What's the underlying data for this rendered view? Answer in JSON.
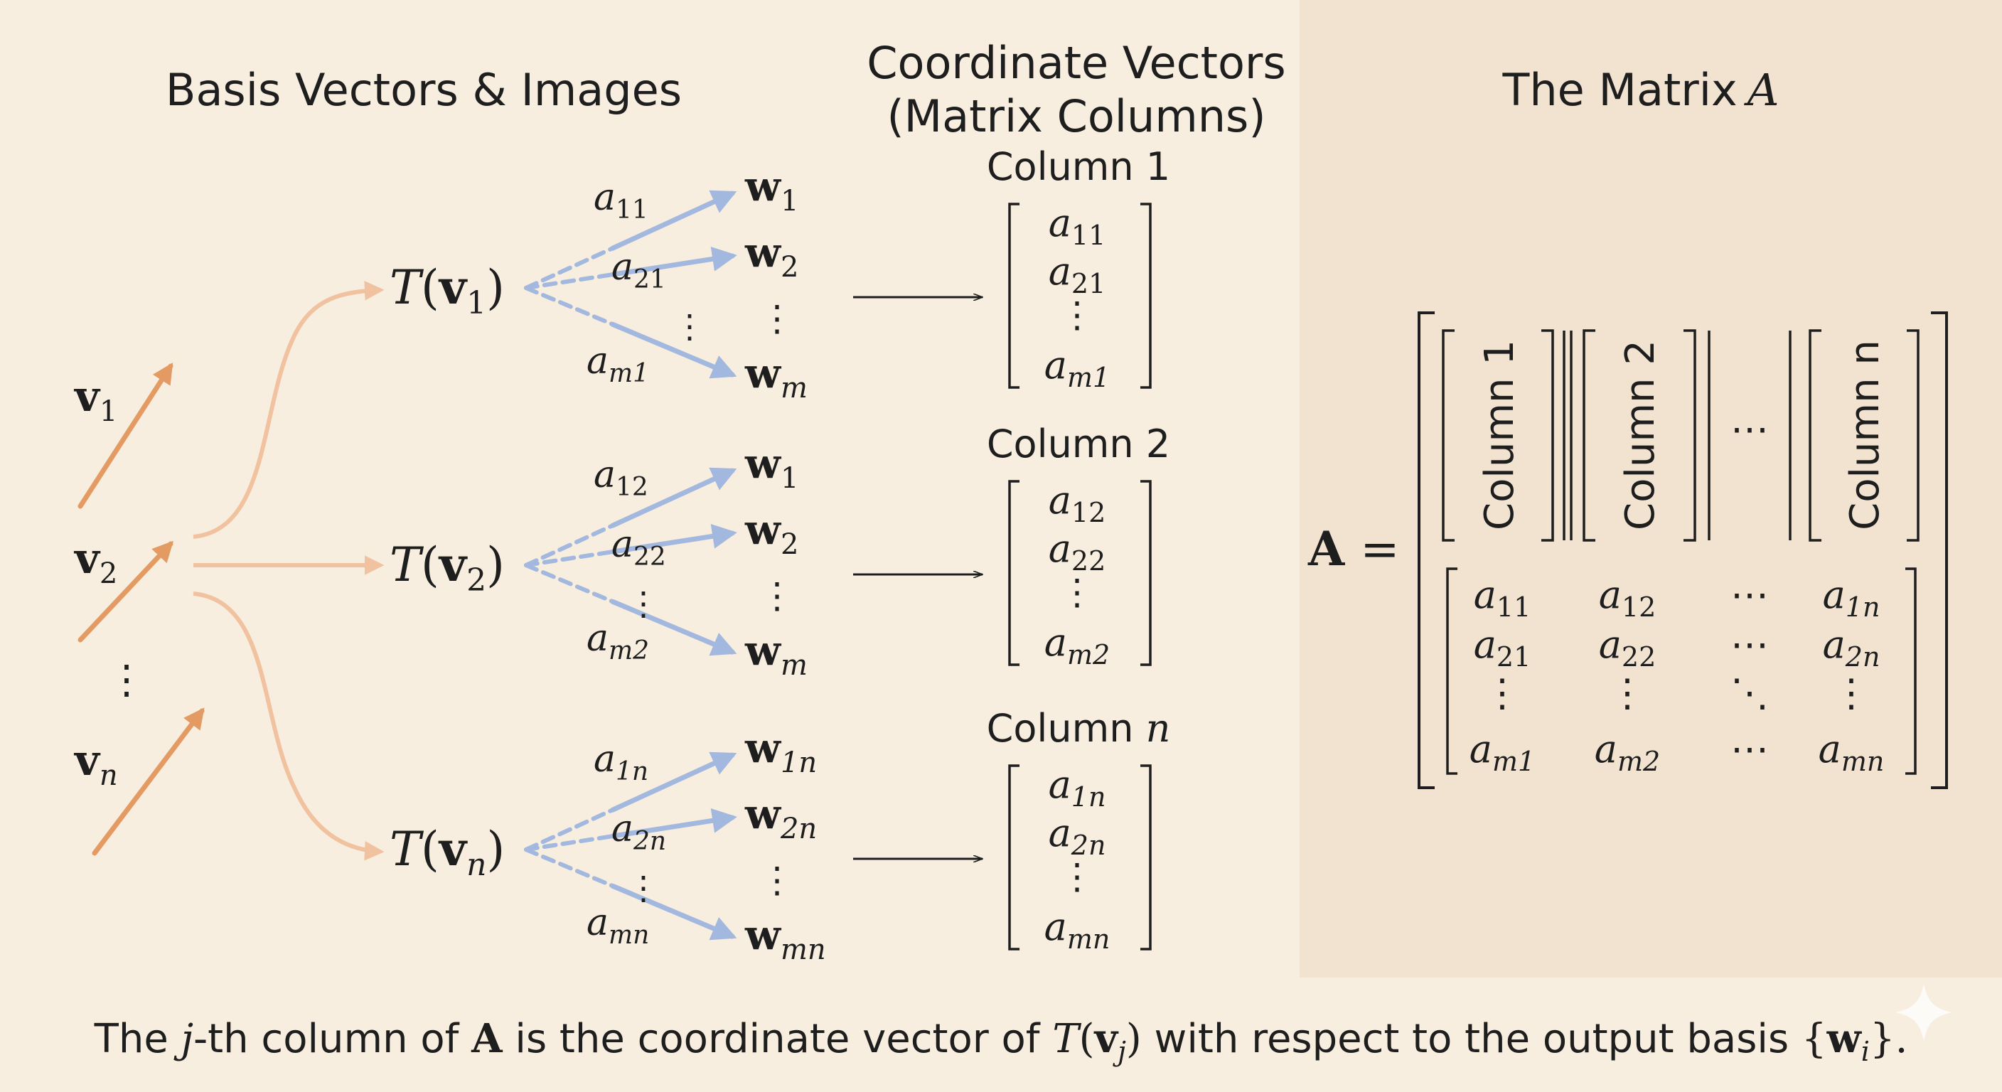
{
  "headings": {
    "basis": "Basis Vectors & Images",
    "coord_line1": "Coordinate Vectors",
    "coord_line2": "(Matrix Columns)",
    "matrix_word": "The Matrix",
    "matrix_sym": "A"
  },
  "inputs": {
    "v1_base": "v",
    "v1_sub": "1",
    "v2_base": "v",
    "v2_sub": "2",
    "vn_base": "v",
    "vn_sub": "n",
    "dots": "⋮"
  },
  "images": [
    {
      "T": "T",
      "v": "v",
      "sub": "1",
      "coef_top": "a",
      "coef_top_sub": "11",
      "coef_mid": "a",
      "coef_mid_sub": "21",
      "coef_bot": "a",
      "coef_bot_sub": "m1",
      "w_top": "w",
      "w_top_sub": "1",
      "w_mid": "w",
      "w_mid_sub": "2",
      "w_bot": "w",
      "w_bot_sub": "m",
      "col_label": "Column",
      "col_index": "1",
      "entries": [
        [
          "a",
          "11"
        ],
        [
          "a",
          "21"
        ],
        [
          "a",
          "m1"
        ]
      ]
    },
    {
      "T": "T",
      "v": "v",
      "sub": "2",
      "coef_top": "a",
      "coef_top_sub": "12",
      "coef_mid": "a",
      "coef_mid_sub": "22",
      "coef_bot": "a",
      "coef_bot_sub": "m2",
      "w_top": "w",
      "w_top_sub": "1",
      "w_mid": "w",
      "w_mid_sub": "2",
      "w_bot": "w",
      "w_bot_sub": "m",
      "col_label": "Column",
      "col_index": "2",
      "entries": [
        [
          "a",
          "12"
        ],
        [
          "a",
          "22"
        ],
        [
          "a",
          "m2"
        ]
      ]
    },
    {
      "T": "T",
      "v": "v",
      "sub": "n",
      "coef_top": "a",
      "coef_top_sub": "1n",
      "coef_mid": "a",
      "coef_mid_sub": "2n",
      "coef_bot": "a",
      "coef_bot_sub": "mn",
      "w_top": "w",
      "w_top_sub": "1n",
      "w_mid": "w",
      "w_mid_sub": "2n",
      "w_bot": "w",
      "w_bot_sub": "mn",
      "col_label": "Column",
      "col_index": "n",
      "entries": [
        [
          "a",
          "1n"
        ],
        [
          "a",
          "2n"
        ],
        [
          "a",
          "mn"
        ]
      ]
    }
  ],
  "matrix": {
    "lhs": "A",
    "eq": "=",
    "columns": [
      "Column 1",
      "Column 2",
      "Column n"
    ],
    "hdots": "⋯",
    "rows": [
      [
        [
          "a",
          "11"
        ],
        [
          "a",
          "12"
        ],
        "⋯",
        [
          "a",
          "1n"
        ]
      ],
      [
        [
          "a",
          "21"
        ],
        [
          "a",
          "22"
        ],
        "⋯",
        [
          "a",
          "2n"
        ]
      ],
      [
        "⋮",
        "⋮",
        "⋱",
        "⋮"
      ],
      [
        [
          "a",
          "m1"
        ],
        [
          "a",
          "m2"
        ],
        "⋯",
        [
          "a",
          "mn"
        ]
      ]
    ]
  },
  "caption": {
    "p1": "The ",
    "j": "j",
    "p2": "-th column of ",
    "A": "A",
    "p3": " is the coordinate vector of ",
    "T": "T",
    "lp": "(",
    "v": "v",
    "sub": "j",
    "rp": ")",
    "p4": " with respect to the output basis ",
    "lb": "{",
    "w": "w",
    "wsub": "i",
    "rb": "}."
  },
  "colors": {
    "background": "#f8eedf",
    "matrix_panel": "#f1e3d0",
    "input_arrow": "#e39a63",
    "curve_arrow": "#f0c29f",
    "coef_arrow": "#a2b8de",
    "ink": "#1e1e1e"
  },
  "icons": {
    "sparkle": "sparkle-icon"
  }
}
